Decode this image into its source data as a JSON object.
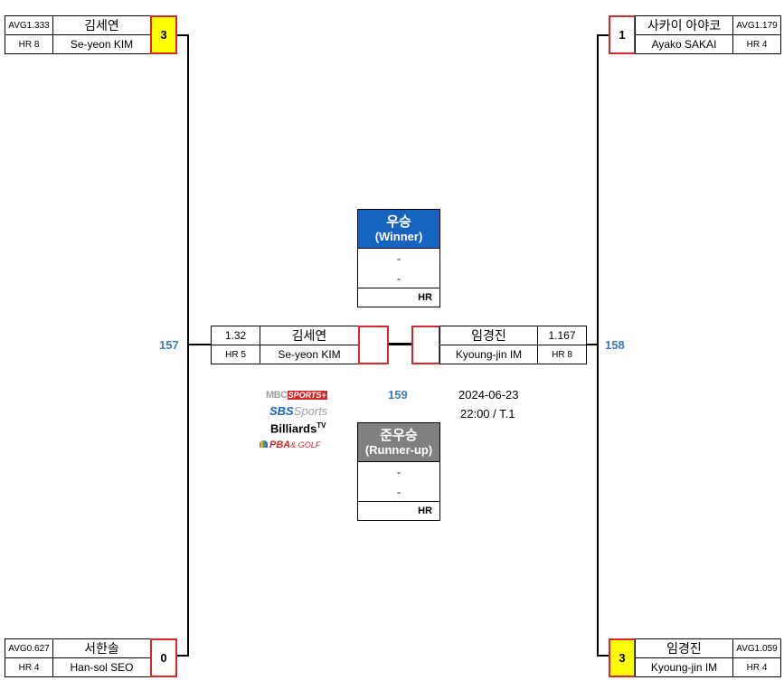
{
  "top_left": {
    "avg": "AVG1.333",
    "hr": "HR 8",
    "name_ko": "김세연",
    "name_en": "Se-yeon KIM",
    "score": "3"
  },
  "bottom_left": {
    "avg": "AVG0.627",
    "hr": "HR 4",
    "name_ko": "서한솔",
    "name_en": "Han-sol SEO",
    "score": "0"
  },
  "top_right": {
    "avg": "AVG1.179",
    "hr": "HR 4",
    "name_ko": "사카이 아야코",
    "name_en": "Ayako SAKAI",
    "score": "1"
  },
  "bottom_right": {
    "avg": "AVG1.059",
    "hr": "HR 4",
    "name_ko": "임경진",
    "name_en": "Kyoung-jin IM",
    "score": "3"
  },
  "semi_left": {
    "avg": "1.32",
    "hr": "HR 5",
    "name_ko": "김세연",
    "name_en": "Se-yeon KIM"
  },
  "semi_right": {
    "avg": "1.167",
    "hr": "HR 8",
    "name_ko": "임경진",
    "name_en": "Kyoung-jin IM"
  },
  "match_numbers": {
    "left": "157",
    "right": "158",
    "final": "159"
  },
  "final_info": {
    "date": "2024-06-23",
    "time_table": "22:00 / T.1"
  },
  "winner_box": {
    "title_ko": "우승",
    "title_en": "(Winner)",
    "line1": "-",
    "line2": "-",
    "hr_label": "HR"
  },
  "runnerup_box": {
    "title_ko": "준우승",
    "title_en": "(Runner-up)",
    "line1": "-",
    "line2": "-",
    "hr_label": "HR"
  },
  "broadcasters": {
    "mbc": "MBC",
    "mbc_sports": "SPORTS+",
    "sbs": "SBS",
    "sbs_sports": "Sports",
    "billiards": "Billiards",
    "billiards_tv": "TV",
    "pba": "PBA",
    "golf": "& GOLF"
  },
  "colors": {
    "winner_header": "#1565c0",
    "runnerup_header": "#808080",
    "highlight_score": "#ffff00",
    "match_number": "#3a7cc1",
    "border_red": "#d62828"
  }
}
